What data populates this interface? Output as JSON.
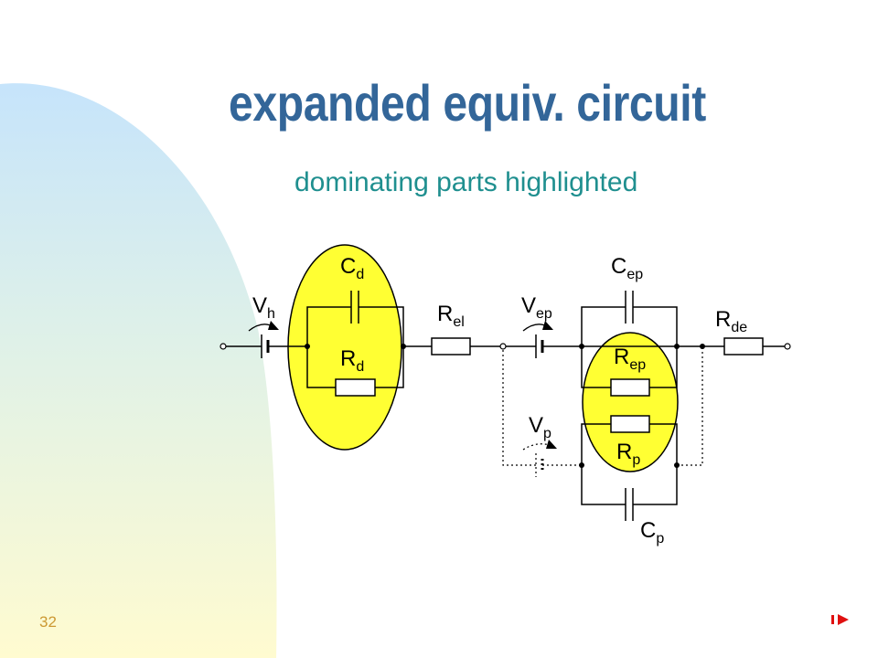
{
  "slide": {
    "title": "expanded equiv. circuit",
    "subtitle": "dominating parts highlighted",
    "page_number": "32"
  },
  "colors": {
    "title": "#336699",
    "subtitle": "#1f8f8f",
    "page_number": "#cc9933",
    "highlight": "#ffff33",
    "nav_arrow": "#e01010",
    "background_gradient": [
      "#c8e6fa",
      "#fffbd0"
    ]
  },
  "icons": {
    "next": "next-slide-arrow-icon"
  },
  "circuit": {
    "labels": {
      "cd": {
        "main": "C",
        "sub": "d"
      },
      "rd": {
        "main": "R",
        "sub": "d"
      },
      "vh": {
        "main": "V",
        "sub": "h"
      },
      "rel": {
        "main": "R",
        "sub": "el"
      },
      "vep": {
        "main": "V",
        "sub": "ep"
      },
      "cep": {
        "main": "C",
        "sub": "ep"
      },
      "rep": {
        "main": "R",
        "sub": "ep"
      },
      "rde": {
        "main": "R",
        "sub": "de"
      },
      "vp": {
        "main": "V",
        "sub": "p"
      },
      "rp": {
        "main": "R",
        "sub": "p"
      },
      "cp": {
        "main": "C",
        "sub": "p"
      }
    }
  }
}
